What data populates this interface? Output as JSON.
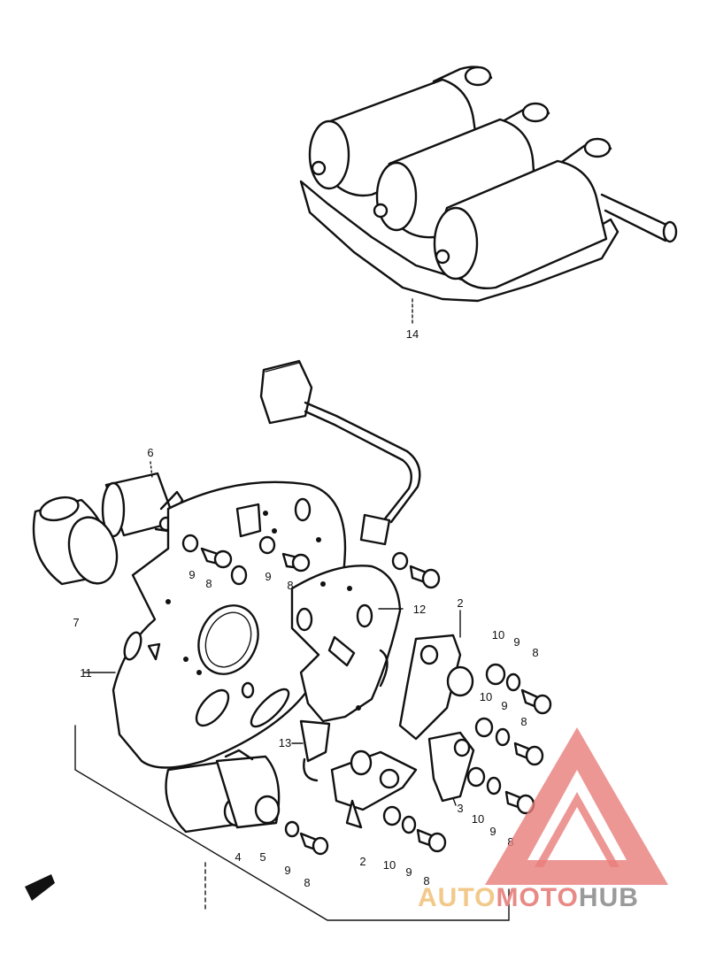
{
  "parts": [
    {
      "id": "label-14",
      "text": "14"
    },
    {
      "id": "label-6",
      "text": "6"
    },
    {
      "id": "label-7",
      "text": "7"
    },
    {
      "id": "label-11",
      "text": "11"
    },
    {
      "id": "label-12",
      "text": "12"
    },
    {
      "id": "label-13",
      "text": "13"
    },
    {
      "id": "label-2-top",
      "text": "2"
    },
    {
      "id": "label-10-a",
      "text": "10"
    },
    {
      "id": "label-9-a",
      "text": "9"
    },
    {
      "id": "label-8-a",
      "text": "8"
    },
    {
      "id": "label-10-b",
      "text": "10"
    },
    {
      "id": "label-9-b",
      "text": "9"
    },
    {
      "id": "label-8-b",
      "text": "8"
    },
    {
      "id": "label-9-plate-l",
      "text": "9"
    },
    {
      "id": "label-8-plate-l",
      "text": "8"
    },
    {
      "id": "label-9-plate-r",
      "text": "9"
    },
    {
      "id": "label-8-plate-r",
      "text": "8"
    },
    {
      "id": "label-3",
      "text": "3"
    },
    {
      "id": "label-10-c",
      "text": "10"
    },
    {
      "id": "label-9-c",
      "text": "9"
    },
    {
      "id": "label-8-c",
      "text": "8"
    },
    {
      "id": "label-2-bottom",
      "text": "2"
    },
    {
      "id": "label-10-d",
      "text": "10"
    },
    {
      "id": "label-9-d",
      "text": "9"
    },
    {
      "id": "label-8-d",
      "text": "8"
    },
    {
      "id": "label-4",
      "text": "4"
    },
    {
      "id": "label-5",
      "text": "5"
    },
    {
      "id": "label-9-e",
      "text": "9"
    },
    {
      "id": "label-8-e",
      "text": "8"
    }
  ],
  "watermark": {
    "part1": "AUTO",
    "part2": "MOTO",
    "part3": "HUB",
    "colors": {
      "auto": "#f2c98a",
      "moto": "#e88a86",
      "hub": "#9a9a9a",
      "triangle": "#e87d7a"
    }
  }
}
